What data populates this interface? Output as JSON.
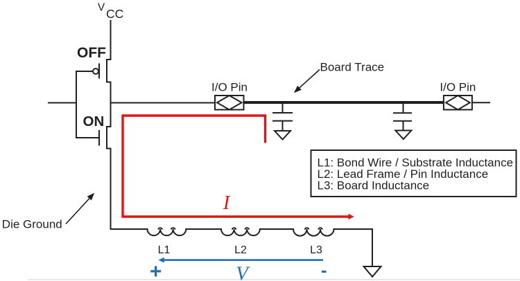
{
  "figure": "CMOS output driver ground-bounce circuit diagram",
  "colors": {
    "background": "#ffffff",
    "line": "#1f1f1f",
    "red": "#e11414",
    "blue": "#1e6fba"
  },
  "labels": {
    "vcc_v": "V",
    "vcc_cc": "CC",
    "pmos_state": "OFF",
    "nmos_state": "ON",
    "io_pin_left": "I/O Pin",
    "io_pin_right": "I/O Pin",
    "board_trace": "Board Trace",
    "die_ground": "Die Ground",
    "current": "I",
    "voltage": "V",
    "plus": "+",
    "minus": "-",
    "l1": "L1",
    "l2": "L2",
    "l3": "L3"
  },
  "legend": {
    "lines": [
      "L1: Bond Wire / Substrate Inductance",
      "L2: Lead Frame / Pin Inductance",
      "L3: Board Inductance"
    ]
  }
}
